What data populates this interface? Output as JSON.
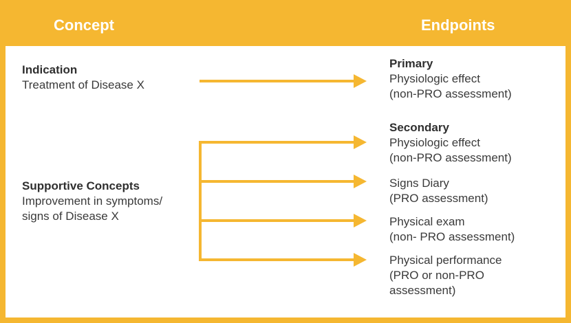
{
  "header": {
    "concept_title": "Concept",
    "endpoints_title": "Endpoints"
  },
  "concept": {
    "indication": {
      "heading": "Indication",
      "text": "Treatment of Disease X"
    },
    "supportive": {
      "heading": "Supportive Concepts",
      "line1": "Improvement in symptoms/",
      "line2": "signs of Disease X"
    }
  },
  "endpoints": {
    "primary": {
      "heading": "Primary",
      "line1": "Physiologic effect",
      "line2": "(non-PRO assessment)"
    },
    "secondary": {
      "heading": "Secondary",
      "items": [
        {
          "line1": "Physiologic effect",
          "line2": "(non-PRO assessment)"
        },
        {
          "line1": "Signs Diary",
          "line2": "(PRO assessment)"
        },
        {
          "line1": "Physical exam",
          "line2": "(non- PRO assessment)"
        },
        {
          "line1": "Physical performance",
          "line2": "(PRO or non-PRO",
          "line3": "assessment)"
        }
      ]
    }
  },
  "colors": {
    "accent": "#f5b731",
    "text": "#3a3a3a",
    "header_text": "#ffffff"
  }
}
